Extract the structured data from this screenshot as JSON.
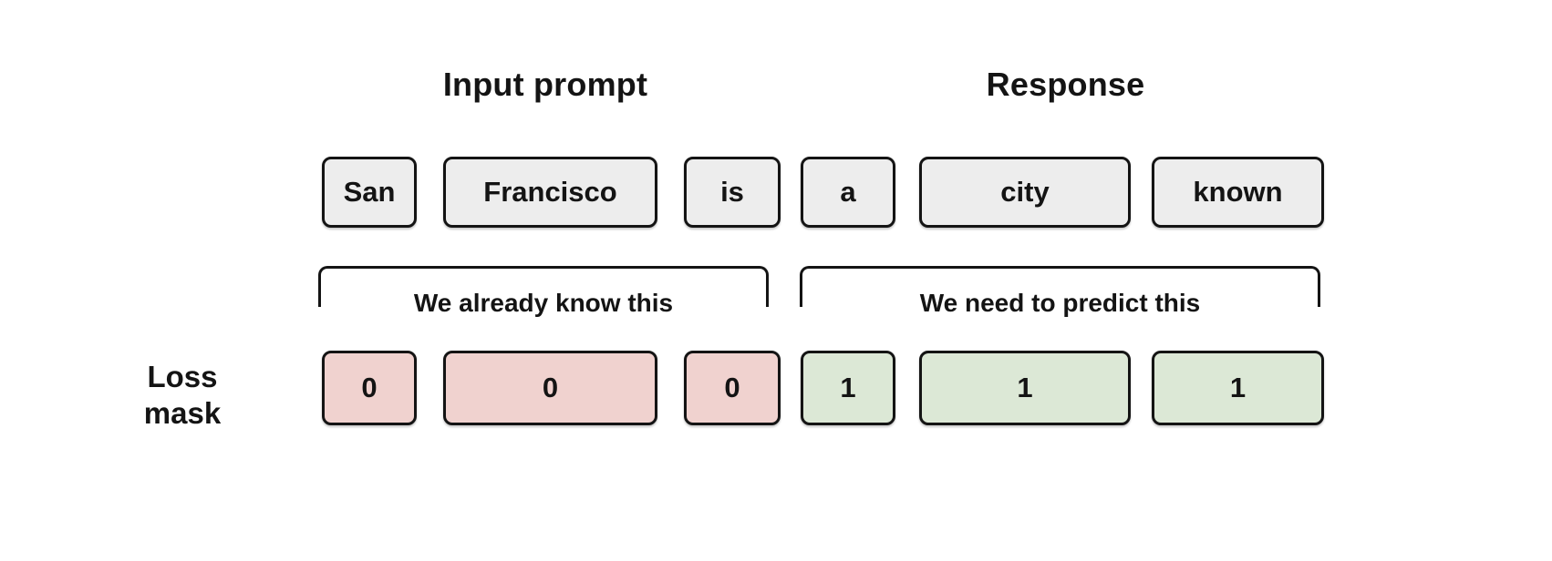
{
  "diagram": {
    "headers": {
      "input_prompt": "Input prompt",
      "response": "Response"
    },
    "tokens": [
      {
        "text": "San",
        "group": "input_prompt"
      },
      {
        "text": "Francisco",
        "group": "input_prompt"
      },
      {
        "text": "is",
        "group": "input_prompt"
      },
      {
        "text": "a",
        "group": "response"
      },
      {
        "text": "city",
        "group": "response"
      },
      {
        "text": "known",
        "group": "response"
      }
    ],
    "braces": {
      "input_label": "We already know this",
      "response_label": "We need to predict this"
    },
    "loss_mask": {
      "label_lines": [
        "Loss",
        "mask"
      ],
      "values": [
        "0",
        "0",
        "0",
        "1",
        "1",
        "1"
      ]
    },
    "colors": {
      "token_fill": "#ededed",
      "mask_zero_fill": "#f0d2cf",
      "mask_one_fill": "#dce8d6",
      "line": "#141414",
      "text": "#141414",
      "background": "#ffffff"
    }
  }
}
